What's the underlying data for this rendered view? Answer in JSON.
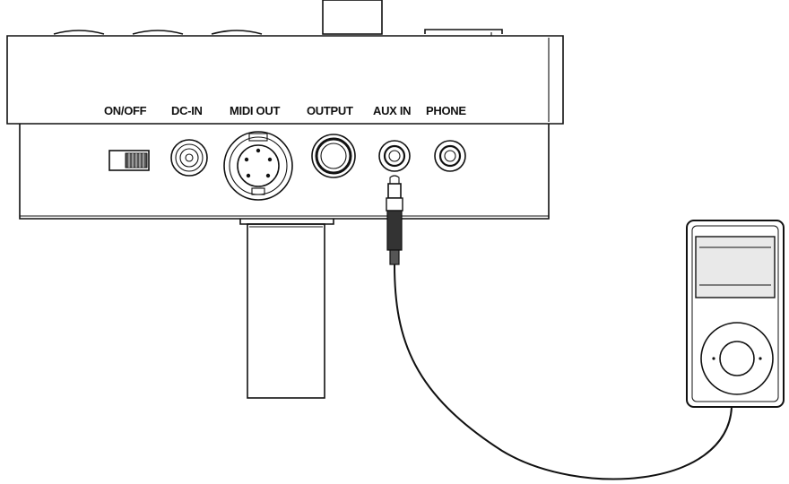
{
  "panel": {
    "labels": {
      "on_off": "ON/OFF",
      "dc_in": "DC-IN",
      "midi_out": "MIDI OUT",
      "output": "OUTPUT",
      "aux_in": "AUX IN",
      "phone": "PHONE"
    }
  },
  "icons": {
    "switch": "power-switch-icon",
    "dc": "dc-jack-icon",
    "midi": "midi-din-icon",
    "output": "output-jack-icon",
    "aux": "aux-jack-icon",
    "phone": "phone-jack-icon",
    "player": "music-player-icon"
  },
  "colors": {
    "line": "#111111",
    "background": "#ffffff"
  }
}
